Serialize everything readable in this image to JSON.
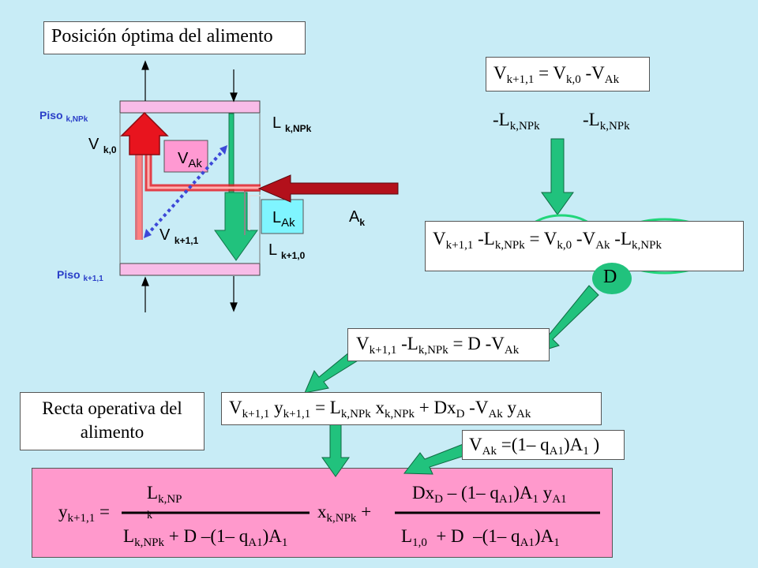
{
  "title": "Posición óptima del alimento",
  "diagram": {
    "piso_top": "Piso",
    "piso_top_sub": "k,NPk",
    "piso_bottom": "Piso",
    "piso_bottom_sub": "k+1,1",
    "v_k0": "V",
    "v_k0_sub": "k,0",
    "v_ak": "V",
    "v_ak_sub": "Ak",
    "l_knpk": "L",
    "l_knpk_sub": "k,NPk",
    "l_ak": "L",
    "l_ak_sub": "Ak",
    "a_k": "A",
    "a_k_sub": "k",
    "v_k11": "V",
    "v_k11_sub": "k+1,1",
    "l_k10": "L",
    "l_k10_sub": "k+1,0"
  },
  "equations": {
    "eq1": {
      "a": "V",
      "a_sub": "k+1,1",
      "b": " = V",
      "b_sub": "k,0",
      "c": " -V",
      "c_sub": "Ak"
    },
    "eq1_sub_left": {
      "a": "-L",
      "a_sub": "k,NPk"
    },
    "eq1_sub_right": {
      "a": "-L",
      "a_sub": "k,NPk"
    },
    "eq2": {
      "a": "V",
      "a_sub": "k+1,1",
      "b": " -L",
      "b_sub": "k,NPk",
      "c": " = V",
      "c_sub": "k,0",
      "d": " -V",
      "d_sub": "Ak",
      "e": " -L",
      "e_sub": "k,NPk"
    },
    "d_label": "D",
    "eq3": {
      "a": "V",
      "a_sub": "k+1,1",
      "b": " -L",
      "b_sub": "k,NPk",
      "c": " = D -V",
      "c_sub": "Ak"
    },
    "eq4": {
      "a": "V",
      "a_sub": "k+1,1",
      "b": " y",
      "b_sub": "k+1,1",
      "c": " = L",
      "c_sub": "k,NPk",
      "d": " x",
      "d_sub": "k,NPk",
      "e": " + Dx",
      "e_sub": "D",
      "f": " -V",
      "f_sub": "Ak",
      "g": " y",
      "g_sub": "Ak"
    },
    "eq5": {
      "a": "V",
      "a_sub": "Ak",
      "b": " =(1– q",
      "b_sub": "A1",
      "c": ")A",
      "c_sub": "1",
      "d": " )"
    }
  },
  "recta_label": "Recta operativa del alimento",
  "final": {
    "y": "y",
    "y_sub": "k+1,1",
    "eqsign": " =",
    "num1": "L",
    "num1_sub": "k,NP",
    "num1_k": "k",
    "den1_a": "L",
    "den1_a_sub": "k,NPk",
    "den1_b": " + D –(1– q",
    "den1_b_sub": "A1",
    "den1_c": ")A",
    "den1_c_sub": "1",
    "x": "x",
    "x_sub": "k,NPk",
    "plus": " +",
    "num2_a": "Dx",
    "num2_a_sub": "D",
    "num2_b": " – (1– q",
    "num2_b_sub": "A1",
    "num2_c": ")A",
    "num2_c_sub": "1",
    "num2_d": " y",
    "num2_d_sub": "A1",
    "den2_a": "L",
    "den2_a_sub": "1,0",
    "den2_b": "  + D  –(1– q",
    "den2_b_sub": "A1",
    "den2_c": ")A",
    "den2_c_sub": "1"
  },
  "colors": {
    "background": "#c8ecf6",
    "pink": "#ff99cc",
    "green": "#21c27d",
    "red": "#e8141e",
    "darkred": "#a8101a",
    "blue": "#3c48d8",
    "cyan": "#7ff5ff"
  }
}
